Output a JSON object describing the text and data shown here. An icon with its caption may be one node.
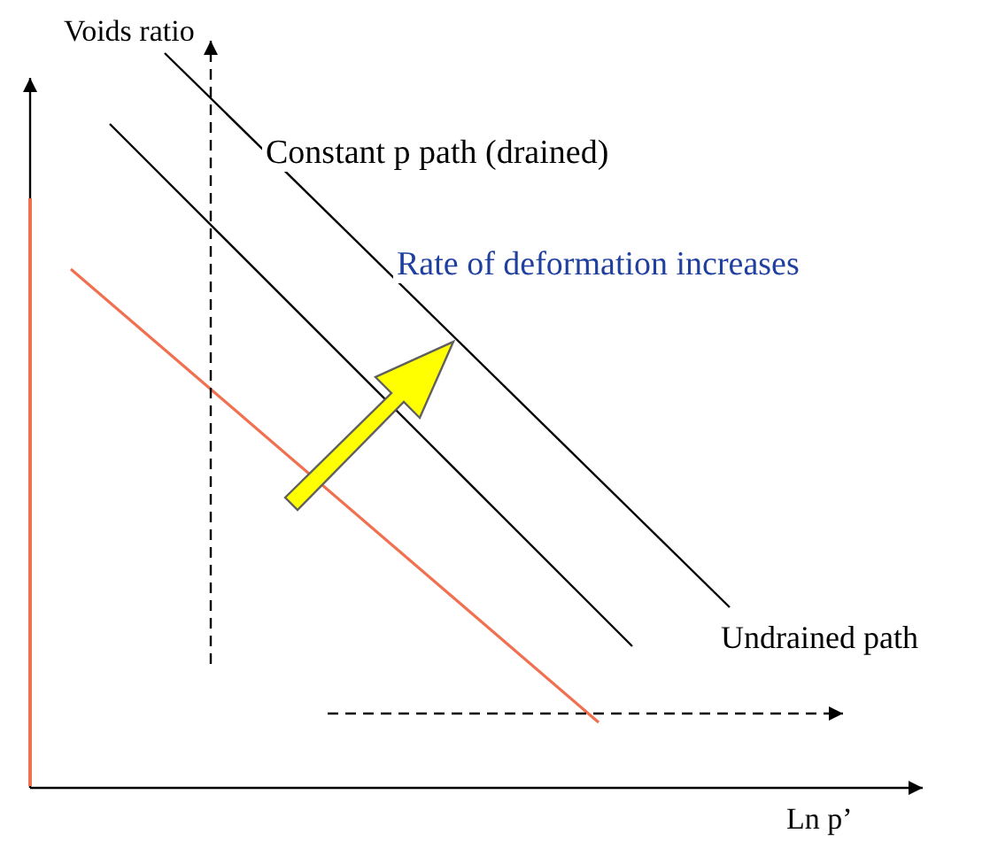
{
  "diagram": {
    "labels": [
      "Voids ratio",
      "Constant p path (drained)",
      "Rate of deformation increases",
      "Undrained path",
      "Ln p’"
    ]
  }
}
